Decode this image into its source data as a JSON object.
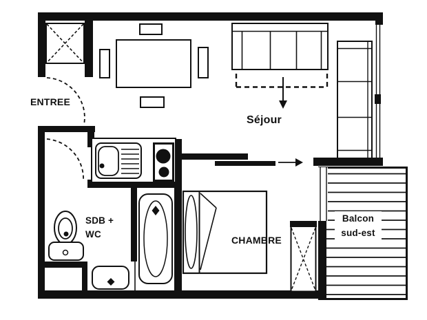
{
  "plan": {
    "background_color": "#ffffff",
    "ink_color": "#111111",
    "rooms": {
      "entree": {
        "label": "ENTREE"
      },
      "sejour": {
        "label": "Séjour"
      },
      "sdb_wc": {
        "label_line1": "SDB +",
        "label_line2": "WC"
      },
      "chambre": {
        "label": "CHAMBRE"
      },
      "balcon": {
        "label_line1": "Balcon",
        "label_line2": "sud-est"
      }
    }
  }
}
